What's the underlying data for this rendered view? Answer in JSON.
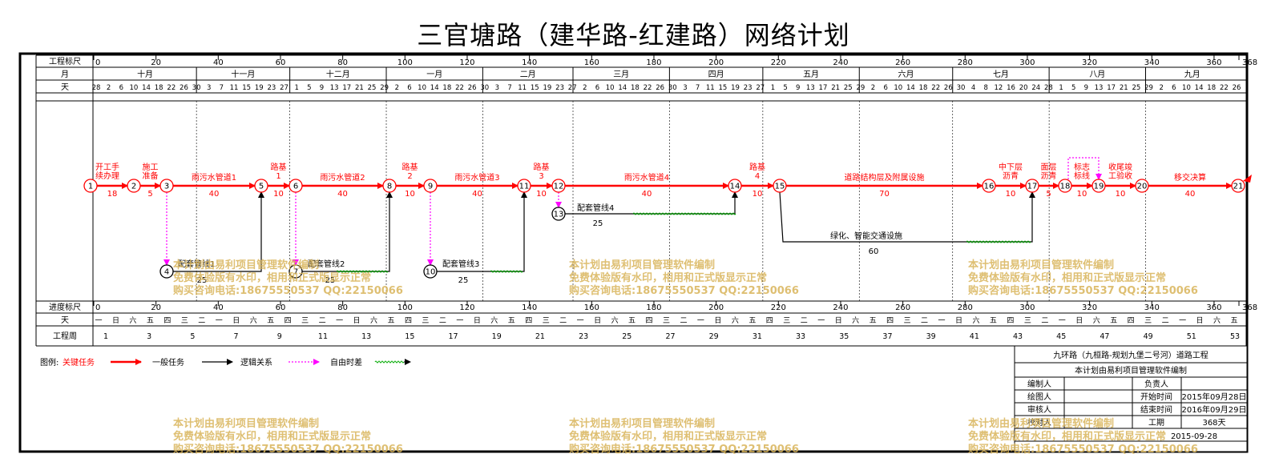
{
  "title": "三官塘路（建华路-红建路）网络计划",
  "scale": {
    "top_label": "工程标尺",
    "bottom_label": "进度标尺",
    "ticks": [
      "0",
      "20",
      "40",
      "60",
      "80",
      "100",
      "120",
      "140",
      "160",
      "180",
      "200",
      "220",
      "240",
      "260",
      "280",
      "300",
      "320",
      "340",
      "360",
      "368"
    ],
    "month_label": "月",
    "day_label": "天",
    "week_label": "工程周"
  },
  "months": [
    {
      "name": "十月",
      "from": 0,
      "to": 33
    },
    {
      "name": "十一月",
      "from": 33,
      "to": 63
    },
    {
      "name": "十二月",
      "from": 63,
      "to": 94
    },
    {
      "name": "一月",
      "from": 94,
      "to": 125
    },
    {
      "name": "二月",
      "from": 125,
      "to": 154
    },
    {
      "name": "三月",
      "from": 154,
      "to": 185
    },
    {
      "name": "四月",
      "from": 185,
      "to": 215
    },
    {
      "name": "五月",
      "from": 215,
      "to": 246
    },
    {
      "name": "六月",
      "from": 246,
      "to": 276
    },
    {
      "name": "七月",
      "from": 276,
      "to": 307
    },
    {
      "name": "八月",
      "from": 307,
      "to": 338
    },
    {
      "name": "九月",
      "from": 338,
      "to": 368
    }
  ],
  "days_text": "28 2 6 10 14 18 22 26 30 3 7 11 15 19 23 27 1 5 9 13 17 21 25 29 2 6 10 14 18 22 26 30 3 7 11 15 19 23 27 2 6 10 14 18 22 26 30 3 7 11 15 19 23 27 1 5 9 13 17 21 25 29 2 6 10 14 18 22 26 30 4 8 12 16 20 24 28 1 5 9 13 17 21 25 29 2 6 10 14 18 22 26",
  "weekdays_text": "一 日 六 五 四 三 二 一 日 六 五 四 三 二 一 日 六 五 四 三 二 一 日 六 五 四 三 二 一 日 六 五 四 三 二 一 日 六 五 四 三 二 一 日 六 五 四 三 二 一 日 六 五 四 三 二 一 日 六 五 四 三 二 一 日 六 五",
  "weeks": [
    "1",
    "3",
    "5",
    "7",
    "9",
    "11",
    "13",
    "15",
    "17",
    "19",
    "21",
    "23",
    "25",
    "27",
    "29",
    "31",
    "33",
    "35",
    "37",
    "39",
    "41",
    "43",
    "45",
    "47",
    "49",
    "51",
    "53"
  ],
  "nodes": [
    {
      "id": "1"
    },
    {
      "id": "2"
    },
    {
      "id": "3"
    },
    {
      "id": "4"
    },
    {
      "id": "5"
    },
    {
      "id": "6"
    },
    {
      "id": "7"
    },
    {
      "id": "8"
    },
    {
      "id": "9"
    },
    {
      "id": "10"
    },
    {
      "id": "11"
    },
    {
      "id": "12"
    },
    {
      "id": "13"
    },
    {
      "id": "14"
    },
    {
      "id": "15"
    },
    {
      "id": "16"
    },
    {
      "id": "17"
    },
    {
      "id": "18"
    },
    {
      "id": "19"
    },
    {
      "id": "20"
    },
    {
      "id": "21"
    }
  ],
  "tasks": [
    {
      "name": "开工手续办理",
      "duration": "18",
      "type": "critical"
    },
    {
      "name": "施工准备",
      "duration": "5",
      "type": "critical"
    },
    {
      "name": "雨污水管道1",
      "duration": "40",
      "type": "critical"
    },
    {
      "name": "路基1",
      "duration": "10",
      "type": "critical"
    },
    {
      "name": "雨污水管道2",
      "duration": "40",
      "type": "critical"
    },
    {
      "name": "路基2",
      "duration": "10",
      "type": "critical"
    },
    {
      "name": "雨污水管道3",
      "duration": "40",
      "type": "critical"
    },
    {
      "name": "路基3",
      "duration": "10",
      "type": "critical"
    },
    {
      "name": "雨污水管道4",
      "duration": "40",
      "type": "critical"
    },
    {
      "name": "路基4",
      "duration": "10",
      "type": "critical"
    },
    {
      "name": "道路结构层及附属设施",
      "duration": "70",
      "type": "critical"
    },
    {
      "name": "中下层沥青",
      "duration": "10",
      "type": "critical"
    },
    {
      "name": "面层沥青",
      "duration": "5",
      "type": "critical"
    },
    {
      "name": "标志标线",
      "duration": "10",
      "type": "critical"
    },
    {
      "name": "收尾竣工验收",
      "duration": "10",
      "type": "critical"
    },
    {
      "name": "移交决算",
      "duration": "40",
      "type": "critical"
    },
    {
      "name": "配套管线1",
      "duration": "25",
      "type": "normal"
    },
    {
      "name": "配套管线2",
      "duration": "25",
      "type": "normal"
    },
    {
      "name": "配套管线3",
      "duration": "25",
      "type": "normal"
    },
    {
      "name": "配套管线4",
      "duration": "25",
      "type": "normal"
    },
    {
      "name": "绿化、智能交通设施",
      "duration": "60",
      "type": "normal"
    }
  ],
  "legend": {
    "label": "图例:",
    "critical": "关键任务",
    "normal": "一般任务",
    "logic": "逻辑关系",
    "float": "自由时差",
    "colors": {
      "critical": "#ff0000",
      "normal": "#000000",
      "logic": "#ff00ff",
      "float": "#00aa00"
    }
  },
  "info": {
    "project": "九环路（九桓路-规划九堡二号河）道路工程",
    "software": "本计划由易利项目管理软件编制",
    "editor": "编制人",
    "owner": "负责人",
    "drawer": "绘图人",
    "start_label": "开始时间",
    "start_value": "2015年09月28日",
    "reviewer": "审核人",
    "end_label": "结束时间",
    "end_value": "2016年09月29日",
    "checker": "校对人",
    "duration_label": "工期",
    "duration_value": "368天",
    "print_date": "2015-09-28"
  },
  "watermark": {
    "line1": "本计划由易利项目管理软件编制",
    "line2": "免费体验版有水印，相用和正式版显示正常",
    "line3": "购买咨询电话:18675550537 QQ:22150066"
  }
}
